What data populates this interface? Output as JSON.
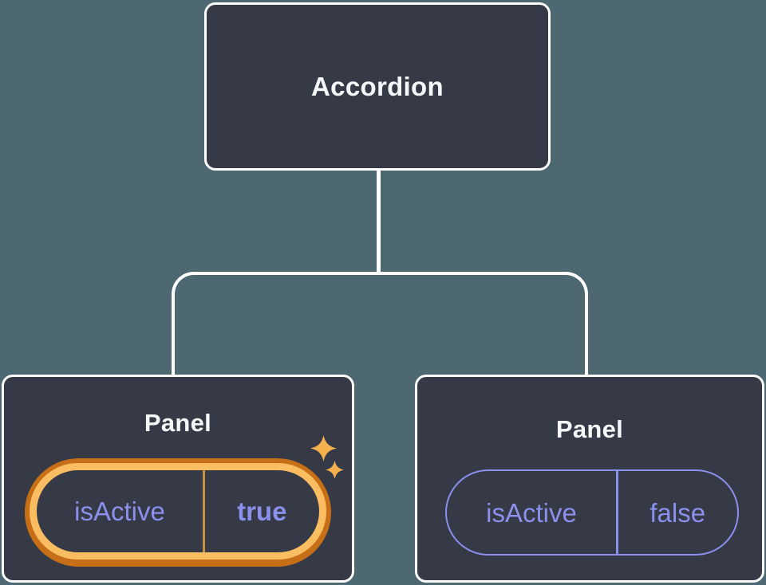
{
  "diagram": {
    "root": {
      "label": "Accordion"
    },
    "panels": [
      {
        "title": "Panel",
        "prop": {
          "name": "isActive",
          "value": "true"
        },
        "state": "active",
        "decoration": "sparkles"
      },
      {
        "title": "Panel",
        "prop": {
          "name": "isActive",
          "value": "false"
        },
        "state": "inactive"
      }
    ]
  },
  "colors": {
    "background": "#4d6871",
    "node_fill": "#353a46",
    "node_border": "#ffffff",
    "node_text": "#f6f7f9",
    "connector": "#ffffff",
    "prop_text": "#8a90ec",
    "pill_inactive_border": "#8a90ec",
    "active_ring_outer": "#c76f16",
    "active_ring_inner": "#fabd62",
    "active_divider": "#cc8f3f",
    "sparkle": "#f5b14e"
  }
}
